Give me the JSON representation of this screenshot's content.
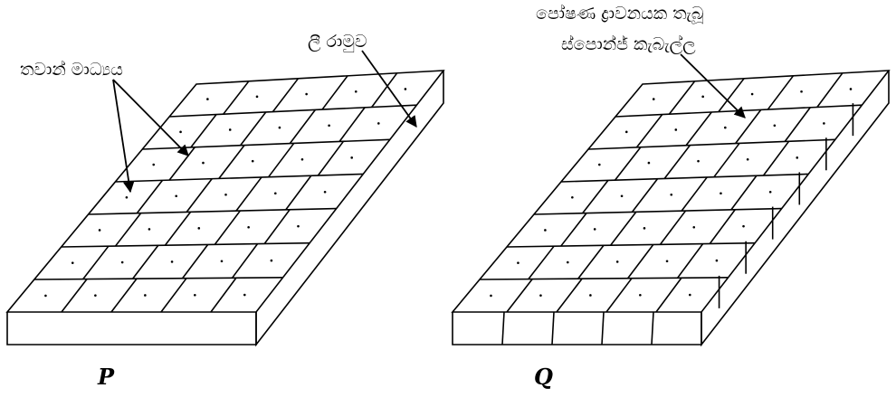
{
  "labels": {
    "panel_left": "P",
    "panel_right": "Q",
    "left_callout_1": "තවාන් මාධ්‍යය",
    "left_callout_2": "ලී රාමුව",
    "right_callout_line1": "පෝෂණ ද්‍රාවනයක තැබූ",
    "right_callout_line2": "ස්පොන්ජ් කැබැල්ල"
  },
  "colors": {
    "stroke": "#000000",
    "background": "#ffffff"
  }
}
